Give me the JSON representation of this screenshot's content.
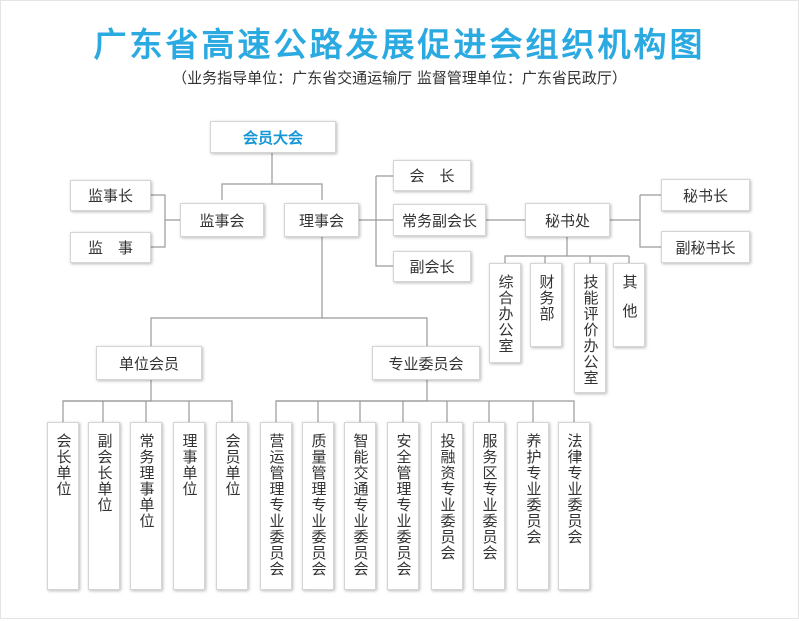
{
  "title": "广东省高速公路发展促进会组织机构图",
  "subtitle": "（业务指导单位：广东省交通运输厅    监督管理单位：广东省民政厅）",
  "nodes": {
    "general_assembly": "会员大会",
    "board_of_supervisors": "监事会",
    "chief_supervisor": "监事长",
    "supervisor": "监　事",
    "council": "理事会",
    "president": "会　长",
    "executive_vice_president": "常务副会长",
    "vice_president": "副会长",
    "secretariat": "秘书处",
    "secretary_general": "秘书长",
    "deputy_secretary_general": "副秘书长",
    "general_office": "综合办公室",
    "finance_dept": "财务部",
    "skills_evaluation_office": "技能评价办公室",
    "other": "其他",
    "unit_members": "单位会员",
    "specialized_committees": "专业委员会",
    "unit_member_types": [
      "会长单位",
      "副会长单位",
      "常务理事单位",
      "理事单位",
      "会员单位"
    ],
    "committees": [
      "营运管理专业委员会",
      "质量管理专业委员会",
      "智能交通专业委员会",
      "安全管理专业委员会",
      "投融资专业委员会",
      "服务区专业委员会",
      "养护专业委员会",
      "法律专业委员会"
    ]
  },
  "colors": {
    "title": "#2ba9e1",
    "top_box_text": "#1596d5",
    "line": "#9a9a9a",
    "border": "#d5d5d5"
  }
}
